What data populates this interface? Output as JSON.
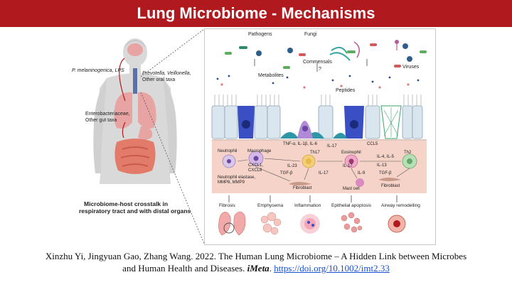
{
  "title": "Lung Microbiome - Mechanisms",
  "body_labels": {
    "oral": "P. melaninogenica, LPS",
    "prevotella_1": "Prevotella, Veillonella,",
    "prevotella_2": "Other oral taxa",
    "entero_1": "Enterobacteriaceae,",
    "entero_2": "Other gut taxa",
    "crosstalk_1": "Microbiome-host crosstalk in",
    "crosstalk_2": "respiratory tract and with distal organs"
  },
  "microbes": {
    "pathogens": "Pathogens",
    "fungi": "Fungi",
    "commensals": "Commensals",
    "question": "?",
    "viruses": "Viruses",
    "metabolites": "Metabolites",
    "peptides": "Peptides"
  },
  "immune": {
    "neutrophil": "Neutrophil",
    "macrophage": "Macrophage",
    "cytokines_1": "TNF-α, IL-1β, IL-6",
    "th17": "Th17",
    "il17_top": "IL-17",
    "eosinophil": "Eosinophil",
    "ccl5": "CCL5",
    "th2": "Th2",
    "cxcl": "CXCL1,",
    "cxcl8": "CXCL8",
    "il23": "IL-23",
    "il17_mid": "IL-17",
    "il4_5": "IL-4, IL-5",
    "il13": "IL-13",
    "tgfb_left": "TGF-β",
    "il17_low": "IL-17",
    "il9": "IL-9",
    "tgfb_right": "TGF-β",
    "neutrophil_elastase": "Neutrophil elastase,",
    "mmp": "MMP8, MMP9",
    "fibroblast_left": "Fibroblast",
    "mast_cell": "Mast cell",
    "fibroblast_right": "Fibroblast"
  },
  "outcomes": [
    "Fibrosis",
    "Emphysema",
    "Inflammation",
    "Epithelial apoptosis",
    "Airway remodelling"
  ],
  "citation": {
    "line1": "Xinzhu Yi, Jingyuan Gao, Zhang Wang. 2022. The Human Lung Microbiome – A Hidden Link between Microbes",
    "line2_pre": "and Human Health and Diseases.",
    "journal": "iMeta",
    "doi": "https://doi.org/10.1002/imt2.33"
  },
  "colors": {
    "banner": "#b0191e",
    "body": "#d9d9d9",
    "lung": "#e8a3a3",
    "gut": "#e27b6a",
    "tissue": "#f6d3c8",
    "epithelium": "#d9e6ee",
    "goblet": "#3a4fc4",
    "teal": "#2f96a8",
    "purple": "#b08ad6"
  }
}
